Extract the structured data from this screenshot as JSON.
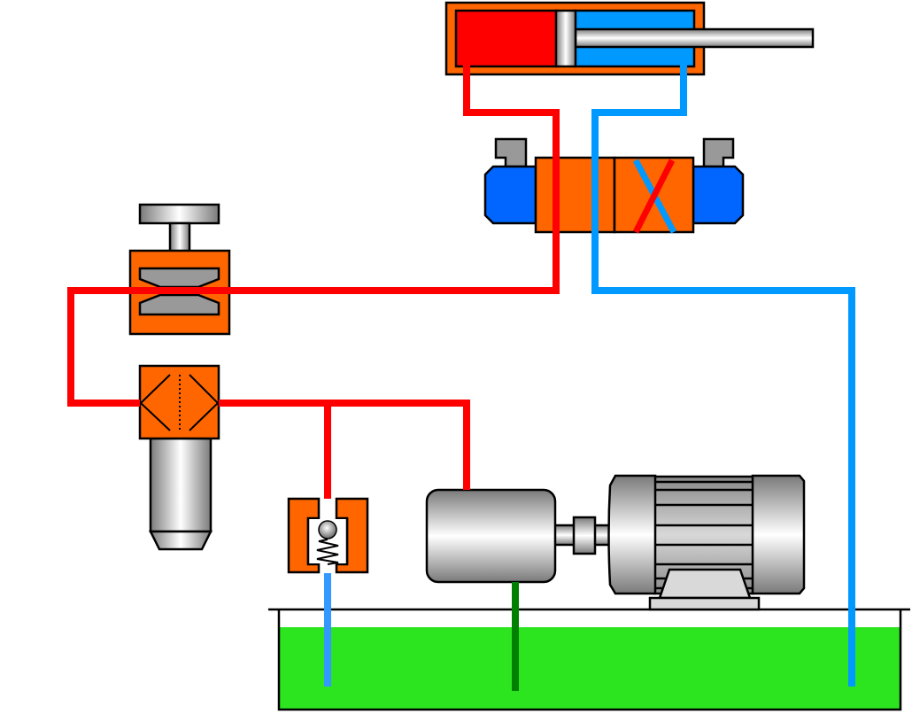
{
  "diagram": {
    "type": "hydraulic-circuit",
    "components": [
      {
        "id": "double-acting-cylinder",
        "label": ""
      },
      {
        "id": "directional-control-valve-4-2",
        "label": ""
      },
      {
        "id": "shut-off-valve",
        "label": ""
      },
      {
        "id": "pressure-filter",
        "label": ""
      },
      {
        "id": "check-valve",
        "label": ""
      },
      {
        "id": "hydraulic-pump",
        "label": ""
      },
      {
        "id": "electric-motor",
        "label": ""
      },
      {
        "id": "reservoir-tank",
        "label": ""
      }
    ],
    "lines": [
      {
        "id": "pressure-line",
        "state": "high-pressure"
      },
      {
        "id": "return-line",
        "state": "return"
      },
      {
        "id": "suction-line",
        "state": "suction"
      }
    ]
  },
  "colors": {
    "pressure": "#ff0000",
    "return": "#0099ff",
    "return_light": "#3399ff",
    "suction": "#007f00",
    "fluid": "#2ce51f",
    "body": "#ff6600",
    "solenoid": "#0066ff",
    "tab": "#999999",
    "metal_dark": "#808080",
    "metal_light": "#ffffff"
  }
}
